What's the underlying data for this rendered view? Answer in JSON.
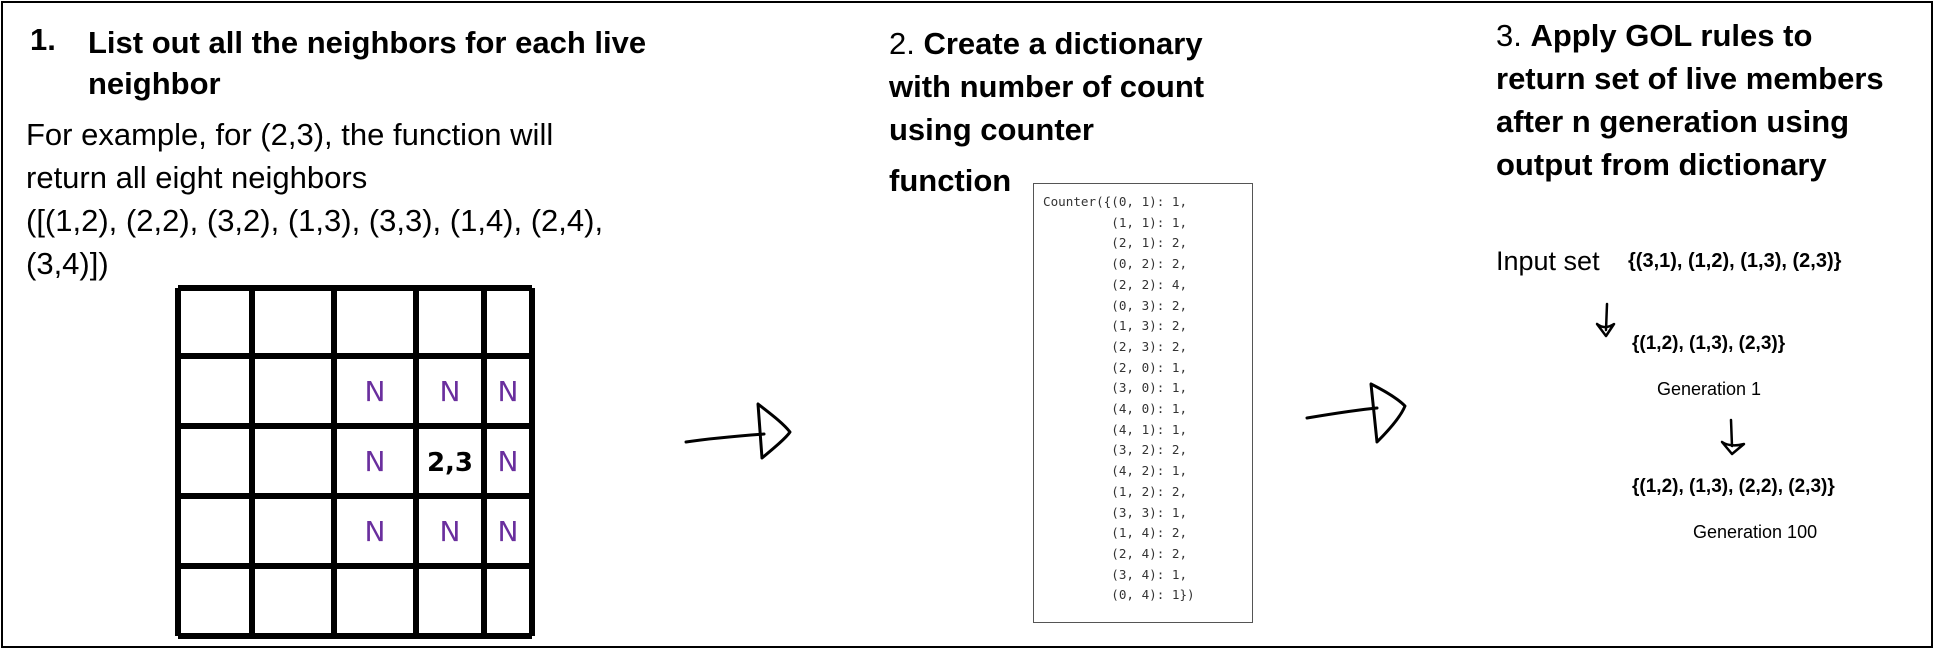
{
  "section1": {
    "number": "1.",
    "heading_line1": "List out all the neighbors for each live",
    "heading_line2": "neighbor",
    "body_line1": "For example, for (2,3), the function will",
    "body_line2": "return all eight neighbors",
    "body_line3": "([(1,2), (2,2), (3,2), (1,3), (3,3), (1,4), (2,4),",
    "body_line4": "(3,4)])",
    "grid": {
      "rows": 5,
      "cols": 5,
      "center_label": "2,3",
      "neighbor_label": "N",
      "neighbor_color": "#6a2f9e",
      "line_color": "#000000"
    }
  },
  "section2": {
    "number": "2.",
    "title_line1": "Create a dictionary",
    "title_line2": "with number of count",
    "title_line3": "using counter",
    "title_line4": "function",
    "code_lines": [
      "Counter({(0, 1): 1,",
      "         (1, 1): 1,",
      "         (2, 1): 2,",
      "         (0, 2): 2,",
      "         (2, 2): 4,",
      "         (0, 3): 2,",
      "         (1, 3): 2,",
      "         (2, 3): 2,",
      "         (2, 0): 1,",
      "         (3, 0): 1,",
      "         (4, 0): 1,",
      "         (4, 1): 1,",
      "         (3, 2): 2,",
      "         (4, 2): 1,",
      "         (1, 2): 2,",
      "         (3, 3): 1,",
      "         (1, 4): 2,",
      "         (2, 4): 2,",
      "         (3, 4): 1,",
      "         (0, 4): 1})"
    ]
  },
  "section3": {
    "number": "3.",
    "title_line1": "Apply GOL rules to",
    "title_line2": "return set of live members",
    "title_line3": "after n generation using",
    "title_line4": "output from dictionary",
    "input_label": "Input set",
    "input_set": "{(3,1), (1,2), (1,3), (2,3)}",
    "gen1_set": "{(1,2), (1,3), (2,3)}",
    "gen1_label": "Generation 1",
    "gen100_set": "{(1,2), (1,3), (2,2), (2,3)}",
    "gen100_label": "Generation 100"
  }
}
